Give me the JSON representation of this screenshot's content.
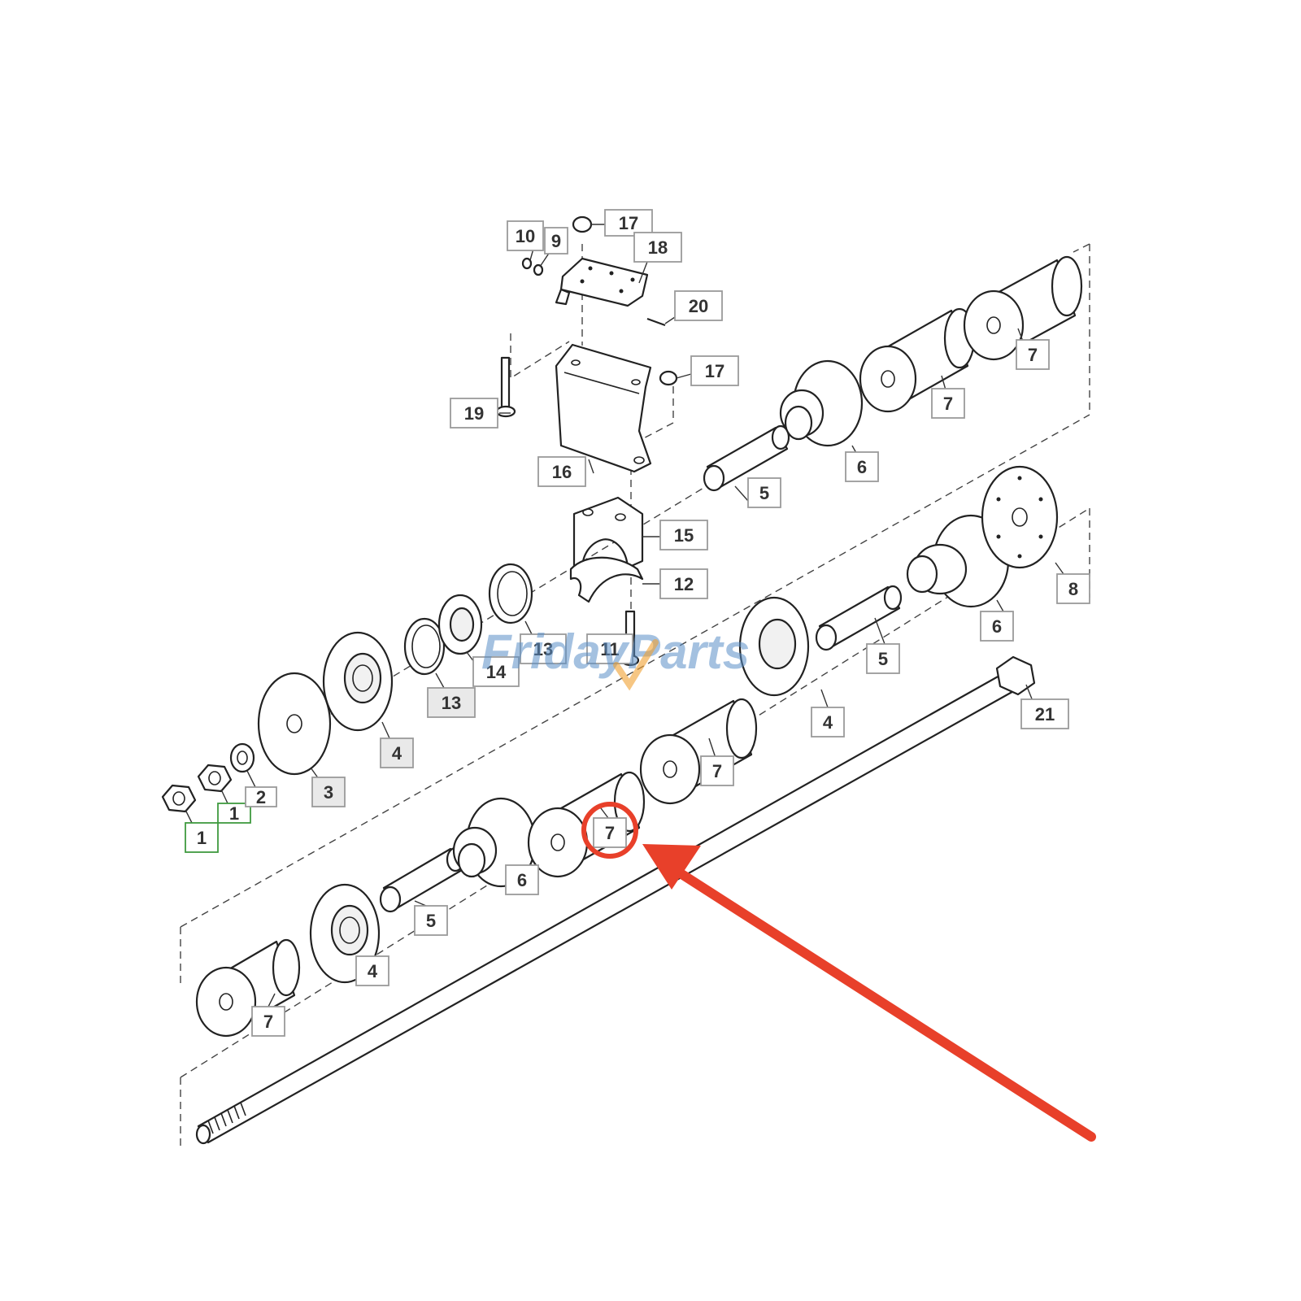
{
  "diagram": {
    "callouts": {
      "c1a": "1",
      "c1b": "1",
      "c2": "2",
      "c3": "3",
      "c4a": "4",
      "c4b": "4",
      "c4c": "4",
      "c5a": "5",
      "c5b": "5",
      "c5c": "5",
      "c6a": "6",
      "c6b": "6",
      "c6c": "6",
      "c7a": "7",
      "c7b": "7",
      "c7c": "7",
      "c7d": "7",
      "c7e": "7",
      "c8": "8",
      "c9": "9",
      "c10": "10",
      "c11": "11",
      "c12": "12",
      "c13a": "13",
      "c13b": "13",
      "c14": "14",
      "c15": "15",
      "c16": "16",
      "c17a": "17",
      "c17b": "17",
      "c18": "18",
      "c19": "19",
      "c20": "20",
      "c21": "21"
    },
    "watermark": "FridayParts",
    "colors": {
      "annotation": "#e8402a",
      "watermark_blue": "#5a8fc8",
      "watermark_orange": "#f0a030",
      "highlight_box": "#3f9a3f"
    }
  }
}
